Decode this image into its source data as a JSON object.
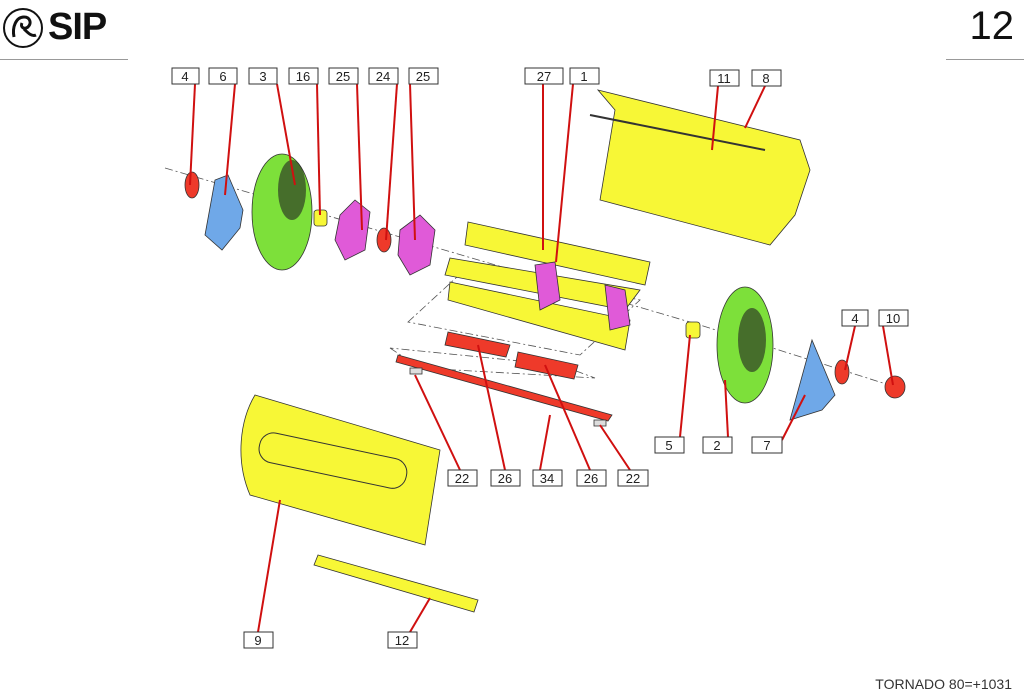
{
  "header": {
    "brand": "SIP",
    "page_number": "12"
  },
  "footer": {
    "model": "TORNADO 80=+1031"
  },
  "colors": {
    "yellow": "#f7f736",
    "green": "#7de03a",
    "blue": "#6fa8e8",
    "magenta": "#e05ad8",
    "red": "#ee3a2a",
    "leader": "#d01010"
  },
  "callouts": [
    "4",
    "6",
    "3",
    "16",
    "25",
    "24",
    "25",
    "27",
    "1",
    "11",
    "8",
    "4",
    "10",
    "5",
    "2",
    "7",
    "22",
    "26",
    "34",
    "26",
    "22",
    "9",
    "12"
  ]
}
